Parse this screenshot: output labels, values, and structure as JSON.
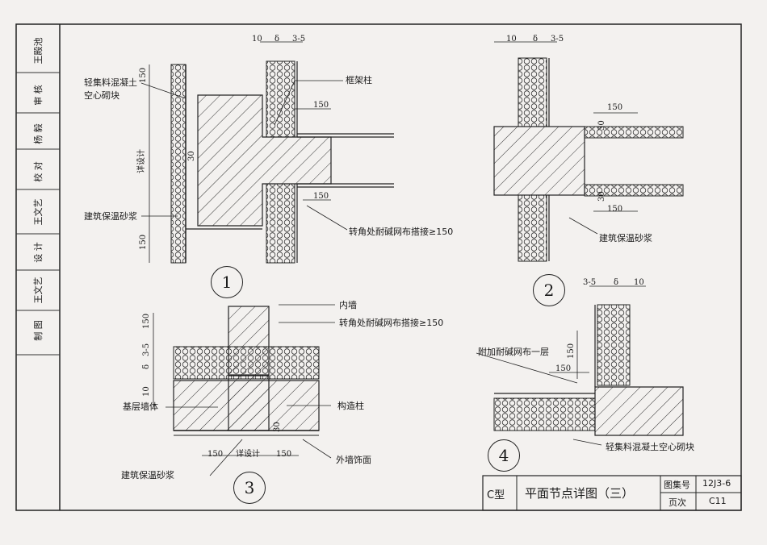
{
  "sidebar": {
    "rows": [
      {
        "role": "制 图",
        "person": "王文艺"
      },
      {
        "role": "设 计",
        "person": "王文艺"
      },
      {
        "role": "校 对",
        "person": "杨 毅"
      },
      {
        "role": "审 核",
        "person": "王殿池"
      }
    ]
  },
  "details": {
    "d1": {
      "number": "1",
      "labels": {
        "block": "轻集料混凝土",
        "block2": "空心砌块",
        "column": "框架柱",
        "mortar": "建筑保温砂浆",
        "mesh": "转角处耐碱网布搭接≥150",
        "design": "详设计"
      },
      "dims": [
        "10",
        "δ",
        "3-5",
        "150",
        "150",
        "150",
        "150",
        "30"
      ]
    },
    "d2": {
      "number": "2",
      "labels": {
        "mortar": "建筑保温砂浆"
      },
      "dims": [
        "10",
        "δ",
        "3-5",
        "150",
        "30",
        "30",
        "150"
      ]
    },
    "d3": {
      "number": "3",
      "labels": {
        "inner_wall": "内墙",
        "mesh": "转角处耐碱网布搭接≥150",
        "base_wall": "基层墙体",
        "tie_column": "构造柱",
        "mortar": "建筑保温砂浆",
        "finish": "外墙饰面",
        "design": "详设计"
      },
      "dims": [
        "150",
        "3-5",
        "δ",
        "10",
        "150",
        "详设计",
        "150",
        "30"
      ]
    },
    "d4": {
      "number": "4",
      "labels": {
        "extra_mesh": "附加耐碱网布一层",
        "block": "轻集料混凝土空心砌块"
      },
      "dims": [
        "3-5",
        "δ",
        "10",
        "150",
        "150"
      ]
    }
  },
  "title_block": {
    "type": "C型",
    "title": "平面节点详图（三）",
    "atlas_label": "图集号",
    "atlas_value": "12J3-6",
    "page_label": "页次",
    "page_value": "C11"
  }
}
